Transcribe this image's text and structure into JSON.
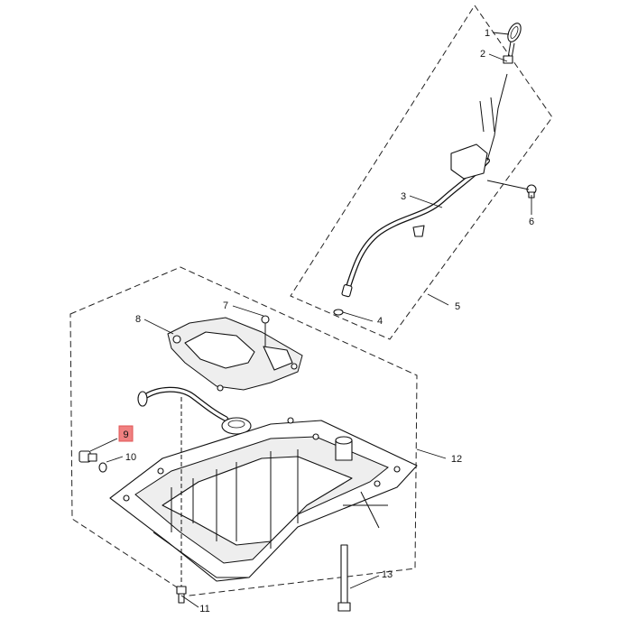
{
  "callouts": [
    {
      "id": "1",
      "label": "1",
      "highlighted": false
    },
    {
      "id": "2",
      "label": "2",
      "highlighted": false
    },
    {
      "id": "3",
      "label": "3",
      "highlighted": false
    },
    {
      "id": "4",
      "label": "4",
      "highlighted": false
    },
    {
      "id": "5",
      "label": "5",
      "highlighted": false
    },
    {
      "id": "6",
      "label": "6",
      "highlighted": false
    },
    {
      "id": "7",
      "label": "7",
      "highlighted": false
    },
    {
      "id": "8",
      "label": "8",
      "highlighted": false
    },
    {
      "id": "9",
      "label": "9",
      "highlighted": true
    },
    {
      "id": "10",
      "label": "10",
      "highlighted": false
    },
    {
      "id": "11",
      "label": "11",
      "highlighted": false
    },
    {
      "id": "12",
      "label": "12",
      "highlighted": false
    },
    {
      "id": "13",
      "label": "13",
      "highlighted": false
    }
  ],
  "colors": {
    "highlight_fill": "#f08080",
    "highlight_border": "#e05555",
    "line": "#111111",
    "background": "#ffffff"
  }
}
